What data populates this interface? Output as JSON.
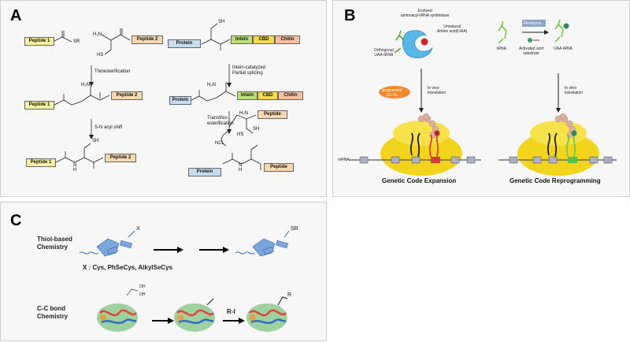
{
  "panel_a": {
    "label": "A",
    "left": {
      "peptide1": "Peptide 1",
      "peptide2": "Peptide 2",
      "sr": "SR",
      "h2n": "H₂N",
      "hs": "HS",
      "step1": "Thioesterification",
      "step2": "S-N acyl shift",
      "sh": "SH",
      "n": "N",
      "h": "H"
    },
    "right": {
      "protein": "Protein",
      "peptide": "Peptide",
      "intein": "Intein",
      "cbd": "CBD",
      "chitin": "Chitin",
      "sh": "SH",
      "h2n": "H₂N",
      "step1": "Intein-catalyzed\nPartial splicing",
      "step2": "Transthio-\nesterification",
      "nci": "NCL",
      "hs": "HS",
      "n": "N",
      "h": "H"
    }
  },
  "panel_b": {
    "label": "B",
    "evolved": "Evolved\naminoacyl-tRNA synthetase",
    "unnatural": "Unnatural\nAmino acid(UAA)",
    "orthogonal": "Orthogonal\nUAA-tRNA",
    "engineered": "Engineered\nEF-Tu",
    "in_vivo": "In vivo\ntranslation",
    "trna": "tRNA",
    "flexizyme": "Flexizyme",
    "activated": "Activated acid\nsubstrate",
    "uaa_trna": "UAA-tRNA",
    "in_vitro": "In vitro\ntranslation",
    "mrna": "mRNA",
    "caption_left": "Genetic Code Expansion",
    "caption_right": "Genetic Code Reprogramming"
  },
  "panel_c": {
    "label": "C",
    "thiol": "Thiol-based\nChemistry",
    "x_label": "X",
    "sr_label": "SR",
    "x_options": "X : Cys, PhSeCys, AlkylSeCys",
    "cc": "C-C bond\nChemistry",
    "ri": "R-I",
    "r_label": "R",
    "oh1": "OH",
    "oh2": "OH"
  },
  "colors": {
    "panel_bg": "#f7f7f7",
    "ribosome": "#f2d41c",
    "trna_dark": "#222222",
    "trna_red": "#e04030",
    "trna_green": "#7cc44a",
    "synthetase": "#56b7e8",
    "ef_tu": "#f08a30",
    "protein_blue": "#6a9fd8"
  }
}
